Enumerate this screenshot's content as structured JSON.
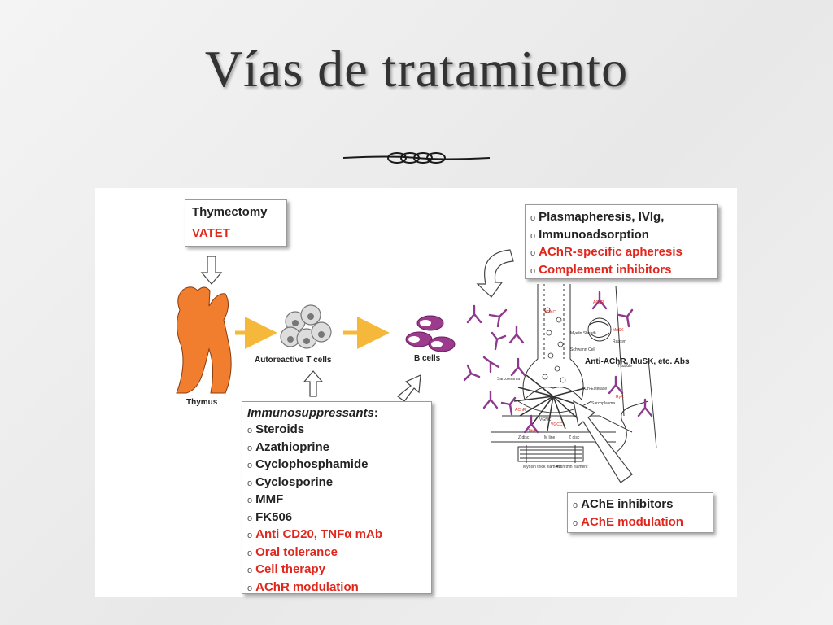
{
  "slide": {
    "title": "Vías de tratamiento"
  },
  "thymectomy_box": {
    "title": "Thymectomy",
    "item": "VATET"
  },
  "labels": {
    "thymus": "Thymus",
    "t_cells": "Autoreactive T cells",
    "b_cells": "B cells",
    "antibodies": "Anti-AChR, MuSK, etc. Abs"
  },
  "plasma_box": {
    "items": [
      {
        "text": "Plasmapheresis, IVIg,",
        "red": false
      },
      {
        "text": "Immunoadsorption",
        "red": false
      },
      {
        "text": "AChR-specific apheresis",
        "red": true
      },
      {
        "text": "Complement inhibitors",
        "red": true
      }
    ]
  },
  "immuno_box": {
    "heading": "Immunosuppressants",
    "heading_suffix": ":",
    "items": [
      {
        "text": "Steroids",
        "red": false
      },
      {
        "text": "Azathioprine",
        "red": false
      },
      {
        "text": "Cyclophosphamide",
        "red": false
      },
      {
        "text": "Cyclosporine",
        "red": false
      },
      {
        "text": "MMF",
        "red": false
      },
      {
        "text": "FK506",
        "red": false
      },
      {
        "text": "Anti CD20, TNFα mAb",
        "red": true
      },
      {
        "text": "Oral tolerance",
        "red": true
      },
      {
        "text": "Cell therapy",
        "red": true
      },
      {
        "text": "AChR modulation",
        "red": true
      }
    ]
  },
  "ache_box": {
    "items": [
      {
        "text": "AChE inhibitors",
        "red": false
      },
      {
        "text": "AChE modulation",
        "red": true
      }
    ]
  },
  "nmj_labels": {
    "vgkc": "VGKC",
    "achr_top": "AChR",
    "musk": "MuSK",
    "rapsyn": "Rapsyn",
    "myelin": "Myelin Sheath",
    "schwann": "Schwann Cell",
    "t_tubule": "T tubule",
    "sarcolemma": "Sarcolemma",
    "ach_esterase": "ACh-Esterase",
    "sarcoplasma": "Sarcoplasma",
    "ryr": "RyR",
    "achr": "AChR",
    "vgcc": "VGCC",
    "vgnc": "VGNC",
    "titin": "Titin",
    "z_disc": "Z disc",
    "m_line": "M line",
    "myosin": "Myosin thick filament",
    "actin": "Actin thin filament"
  },
  "colors": {
    "red": "#e1261c",
    "thymus_orange": "#f07e2e",
    "arrow_yellow": "#f5b83a",
    "antibody_purple": "#8e3a8c",
    "bullet": "#555555"
  },
  "bullet_symbol": "o"
}
